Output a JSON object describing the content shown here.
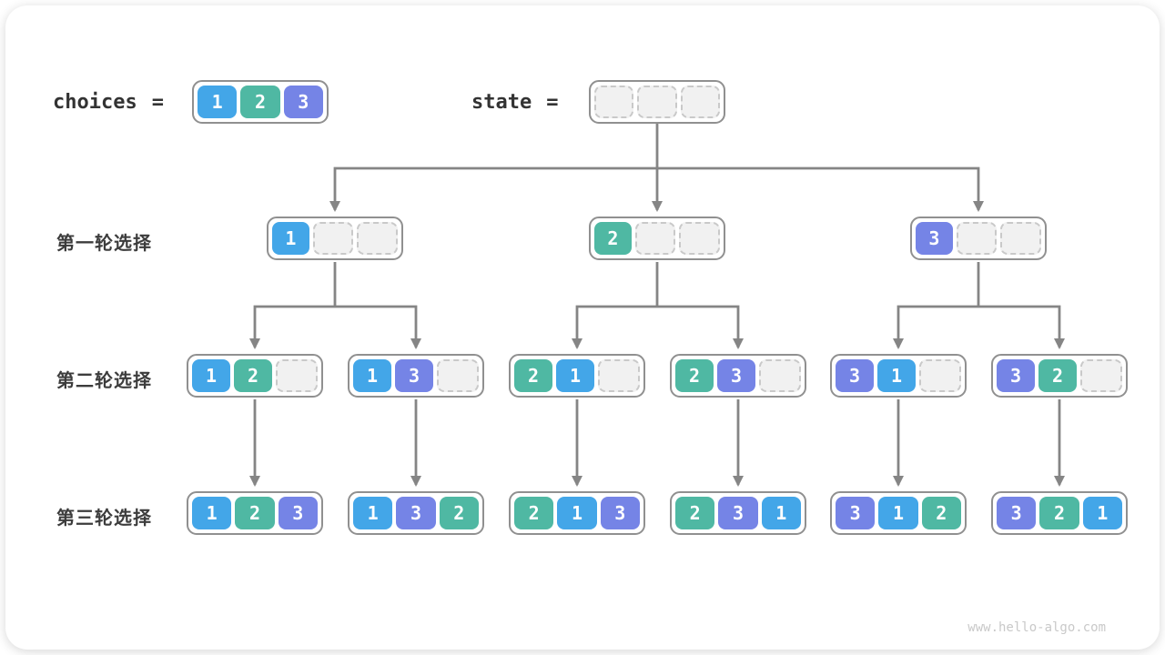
{
  "colors": {
    "v1": "#43a6e8",
    "v2": "#4fb8a3",
    "v3": "#7584e6",
    "line": "#858585"
  },
  "header": {
    "choices_label": "choices",
    "choices_eq": "=",
    "choices_cells": [
      "1",
      "2",
      "3"
    ],
    "state_label": "state",
    "state_eq": "=",
    "state_cells": [
      "",
      "",
      ""
    ]
  },
  "rows": [
    {
      "label": "第一轮选择",
      "nodes": [
        [
          "1",
          "",
          ""
        ],
        [
          "2",
          "",
          ""
        ],
        [
          "3",
          "",
          ""
        ]
      ]
    },
    {
      "label": "第二轮选择",
      "nodes": [
        [
          "1",
          "2",
          ""
        ],
        [
          "1",
          "3",
          ""
        ],
        [
          "2",
          "1",
          ""
        ],
        [
          "2",
          "3",
          ""
        ],
        [
          "3",
          "1",
          ""
        ],
        [
          "3",
          "2",
          ""
        ]
      ]
    },
    {
      "label": "第三轮选择",
      "nodes": [
        [
          "1",
          "2",
          "3"
        ],
        [
          "1",
          "3",
          "2"
        ],
        [
          "2",
          "1",
          "3"
        ],
        [
          "2",
          "3",
          "1"
        ],
        [
          "3",
          "1",
          "2"
        ],
        [
          "3",
          "2",
          "1"
        ]
      ]
    }
  ],
  "footer": {
    "watermark": "www.hello-algo.com"
  }
}
